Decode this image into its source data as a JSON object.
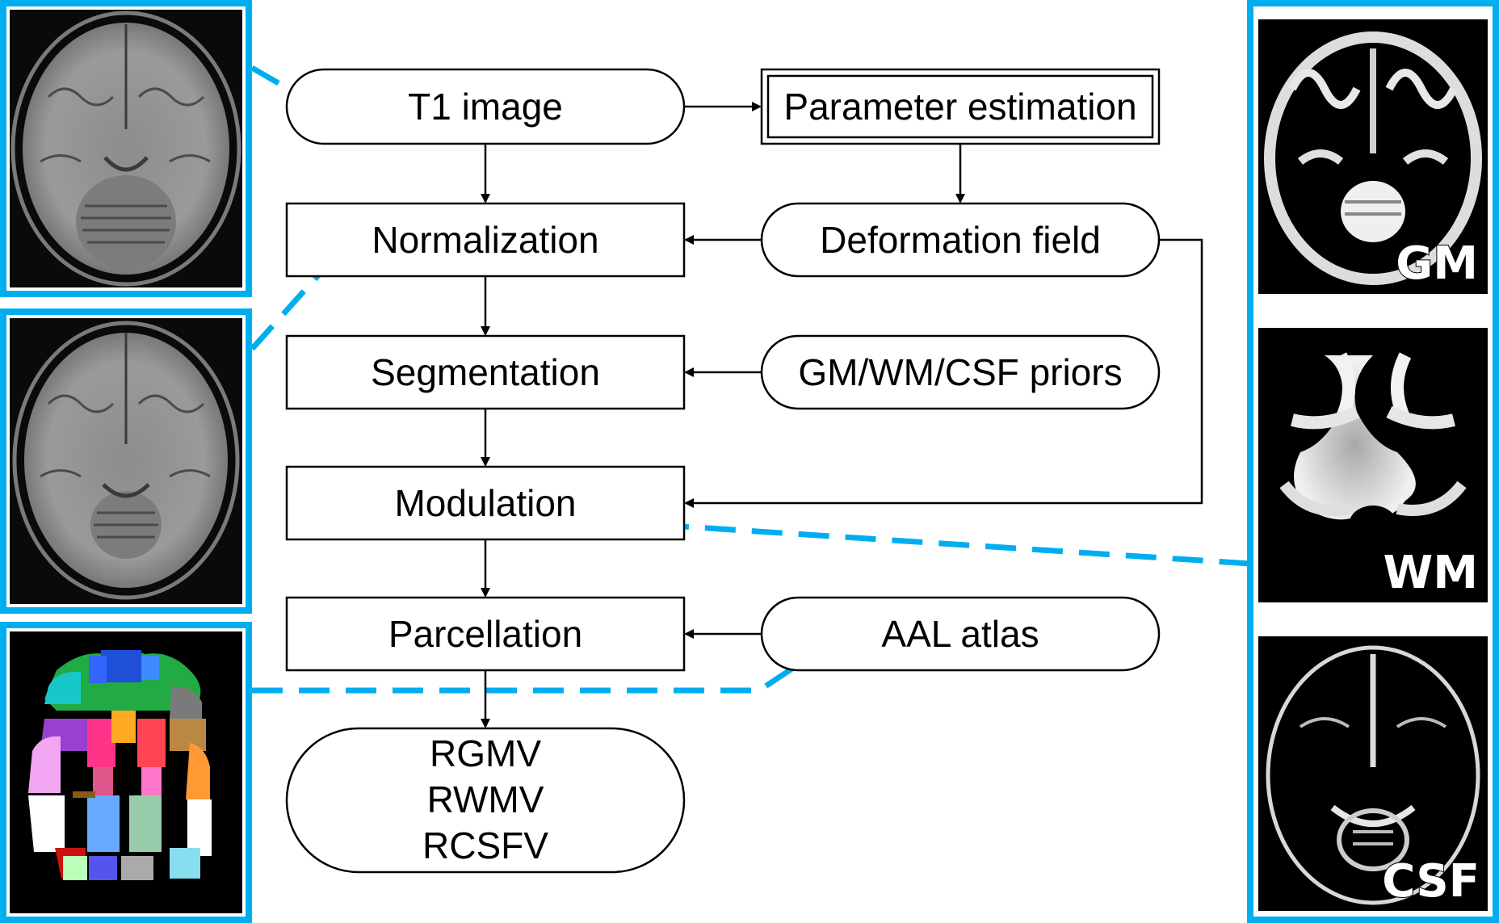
{
  "colors": {
    "accent": "#00aeef",
    "box_stroke": "#000000",
    "image_background": "#000000"
  },
  "flow": {
    "t1_image": "T1 image",
    "parameter_estimation": "Parameter estimation",
    "deformation_field": "Deformation field",
    "normalization": "Normalization",
    "segmentation": "Segmentation",
    "priors": "GM/WM/CSF priors",
    "modulation": "Modulation",
    "parcellation": "Parcellation",
    "aal_atlas": "AAL atlas",
    "output": {
      "line1": "RGMV",
      "line2": "RWMV",
      "line3": "RCSFV"
    }
  },
  "images": {
    "left": [
      {
        "icon": "brain-t1-axial-slice-image"
      },
      {
        "icon": "brain-normalized-axial-slice-image"
      },
      {
        "icon": "brain-parcellation-colored-regions-image"
      }
    ],
    "right": [
      {
        "label": "GM",
        "icon": "gray-matter-map-image"
      },
      {
        "label": "WM",
        "icon": "white-matter-map-image"
      },
      {
        "label": "CSF",
        "icon": "csf-map-image"
      }
    ]
  }
}
